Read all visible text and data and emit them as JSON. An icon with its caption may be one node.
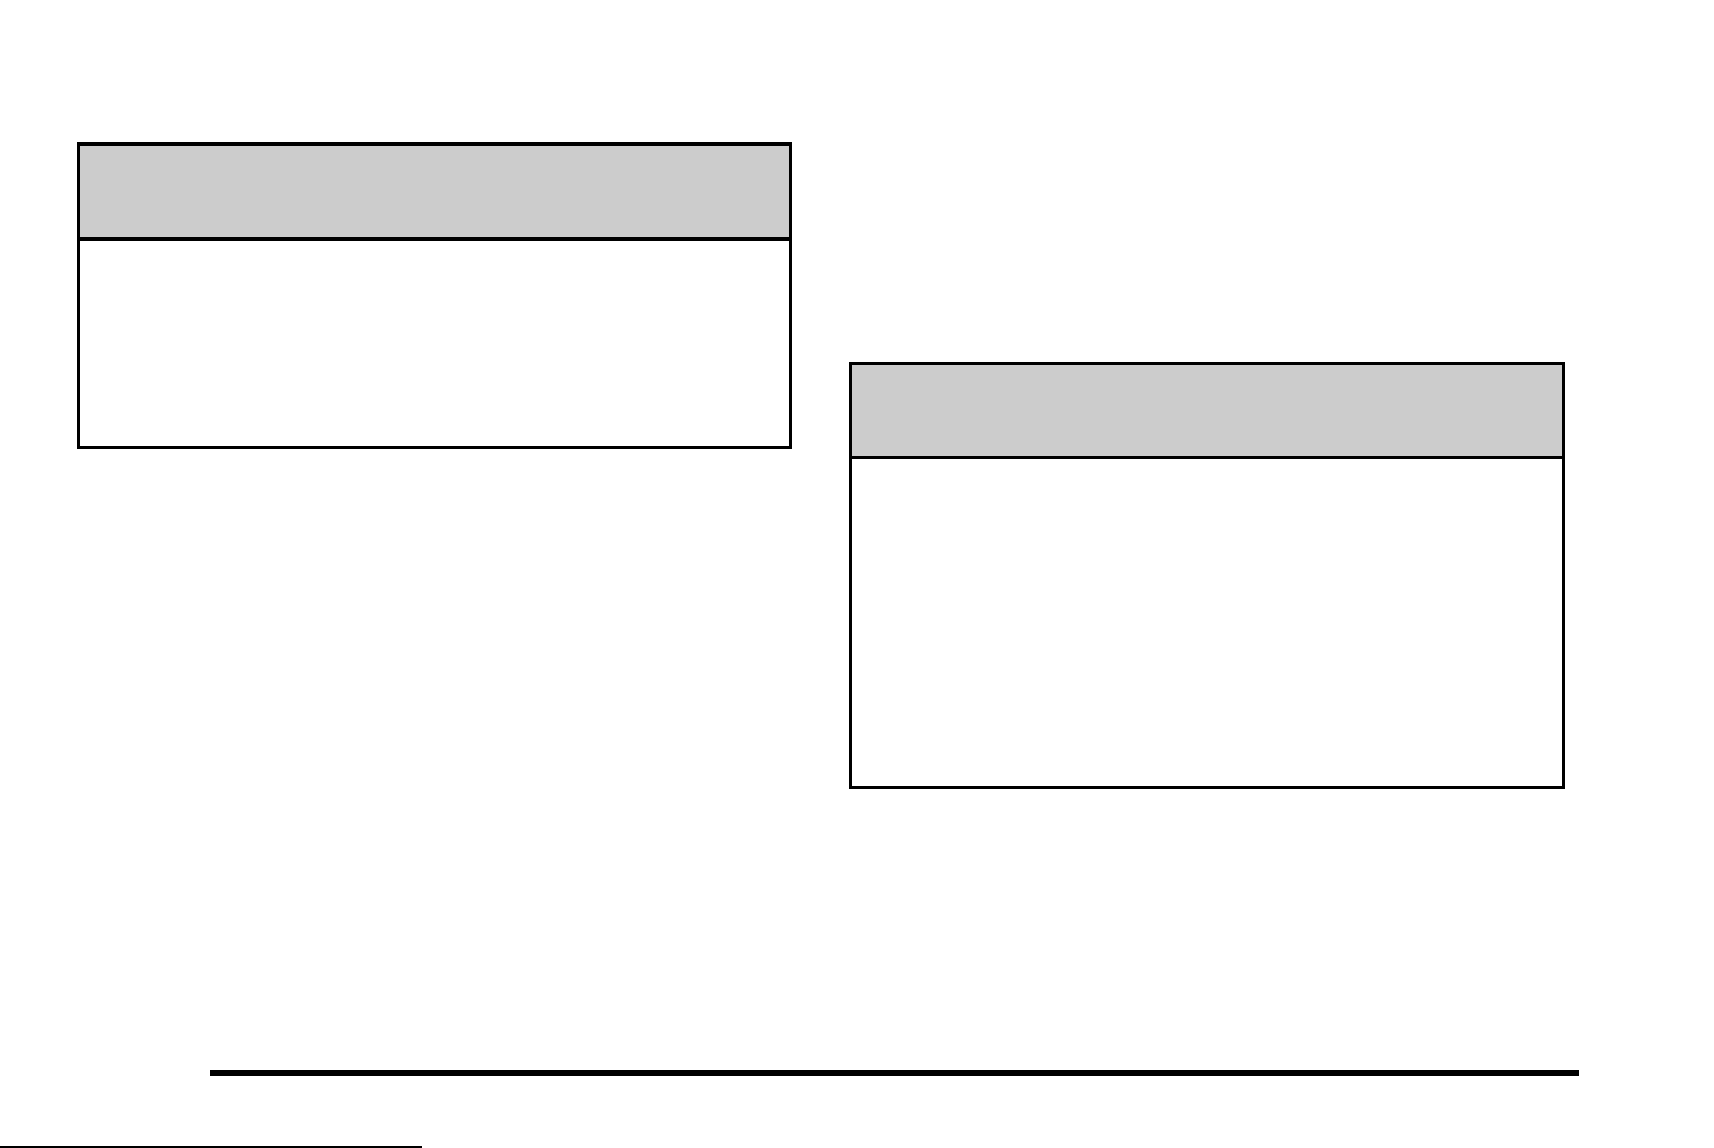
{
  "diagram": {
    "nodes": [
      {
        "text": [],
        "shape": "box"
      },
      {
        "text": [],
        "shape": "bar",
        "in": 0
      },
      {
        "text": [],
        "shape": "box"
      },
      {
        "text": [],
        "shape": "bar",
        "in": 2
      }
    ]
  }
}
